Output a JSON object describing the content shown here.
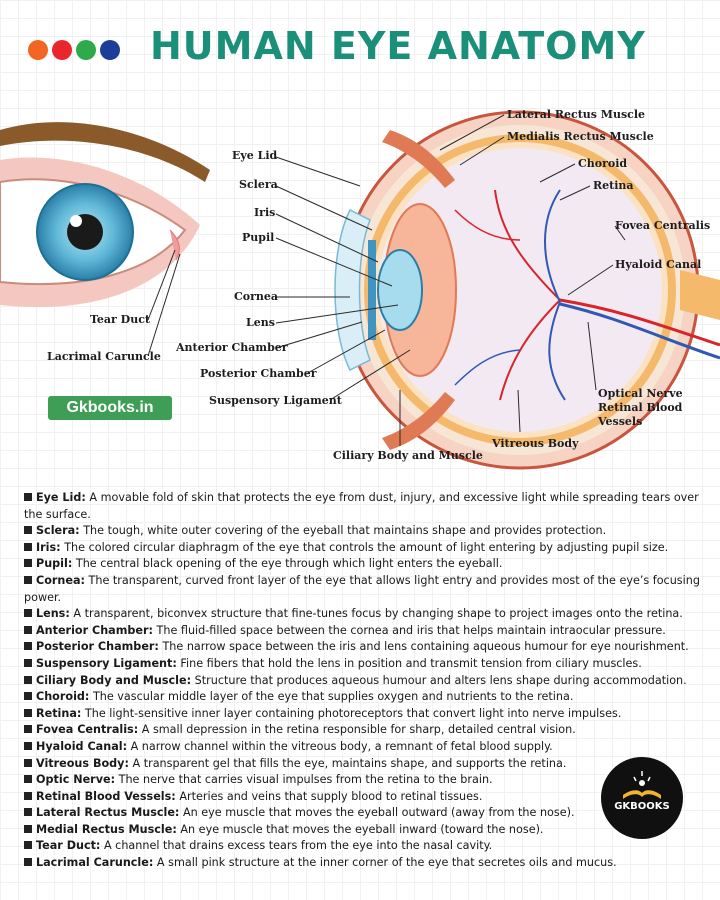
{
  "page": {
    "title": "HUMAN EYE ANATOMY",
    "website": "Gkbooks.in",
    "logo_text": "GKBOOKS",
    "header_dot_colors": [
      "#f26522",
      "#e8262b",
      "#2faa4a",
      "#1d3d9b"
    ],
    "accent_color": "#1a8f7a"
  },
  "labels": {
    "eye_lid": "Eye Lid",
    "sclera": "Sclera",
    "iris": "Iris",
    "pupil": "Pupil",
    "cornea": "Cornea",
    "lens": "Lens",
    "anterior_chamber": "Anterior Chamber",
    "posterior_chamber": "Posterior Chamber",
    "suspensory_ligament": "Suspensory Ligament",
    "ciliary_body": "Ciliary Body and Muscle",
    "tear_duct": "Tear Duct",
    "lacrimal_caruncle": "Lacrimal Caruncle",
    "lateral_rectus": "Lateral Rectus Muscle",
    "medialis_rectus": "Medialis Rectus Muscle",
    "choroid": "Choroid",
    "retina": "Retina",
    "fovea": "Fovea Centralis",
    "hyaloid": "Hyaloid Canal",
    "optical_nerve": "Optical Nerve",
    "retinal_blood": "Retinal Blood",
    "vessels": "Vessels",
    "vitreous": "Vitreous Body"
  },
  "definitions": [
    {
      "term": "Eye Lid:",
      "text": " A movable fold of skin that protects the eye from dust, injury, and excessive light while spreading tears over the surface."
    },
    {
      "term": "Sclera:",
      "text": " The tough, white outer covering of the eyeball that maintains shape and provides protection."
    },
    {
      "term": "Iris:",
      "text": " The colored circular diaphragm of the eye that controls the amount of light entering by adjusting pupil size."
    },
    {
      "term": "Pupil:",
      "text": " The central black opening of the eye through which light enters the eyeball."
    },
    {
      "term": "Cornea:",
      "text": " The transparent, curved front layer of the eye that allows light entry and provides most of the eye’s focusing power."
    },
    {
      "term": "Lens:",
      "text": " A transparent, biconvex structure that fine-tunes focus by changing shape to project images onto the retina."
    },
    {
      "term": "Anterior Chamber:",
      "text": " The fluid-filled space between the cornea and iris that helps maintain intraocular pressure."
    },
    {
      "term": "Posterior Chamber:",
      "text": " The narrow space between the iris and lens containing aqueous humour for eye nourishment."
    },
    {
      "term": "Suspensory Ligament:",
      "text": " Fine fibers that hold the lens in position and transmit tension from ciliary muscles."
    },
    {
      "term": "Ciliary Body and Muscle:",
      "text": " Structure that produces aqueous humour and alters lens shape during accommodation."
    },
    {
      "term": "Choroid:",
      "text": " The vascular middle layer of the eye that supplies oxygen and nutrients to the retina."
    },
    {
      "term": "Retina:",
      "text": " The light-sensitive inner layer containing photoreceptors that convert light into nerve impulses."
    },
    {
      "term": "Fovea Centralis:",
      "text": " A small depression in the retina responsible for sharp, detailed central vision."
    },
    {
      "term": "Hyaloid Canal:",
      "text": " A narrow channel within the vitreous body, a remnant of fetal blood supply."
    },
    {
      "term": "Vitreous Body:",
      "text": " A transparent gel that fills the eye, maintains shape, and supports the retina."
    },
    {
      "term": "Optic Nerve:",
      "text": " The nerve that carries visual impulses from the retina to the brain."
    },
    {
      "term": "Retinal Blood Vessels:",
      "text": " Arteries and veins that supply blood to retinal tissues."
    },
    {
      "term": "Lateral Rectus Muscle:",
      "text": " An eye muscle that moves the eyeball outward (away from the nose)."
    },
    {
      "term": "Medial Rectus Muscle:",
      "text": " An eye muscle that moves the eyeball inward (toward the nose)."
    },
    {
      "term": "Tear Duct:",
      "text": " A channel that drains excess tears from the eye into the nasal cavity."
    },
    {
      "term": "Lacrimal Caruncle:",
      "text": " A small pink structure at the inner corner of the eye that secretes oils and mucus."
    }
  ]
}
